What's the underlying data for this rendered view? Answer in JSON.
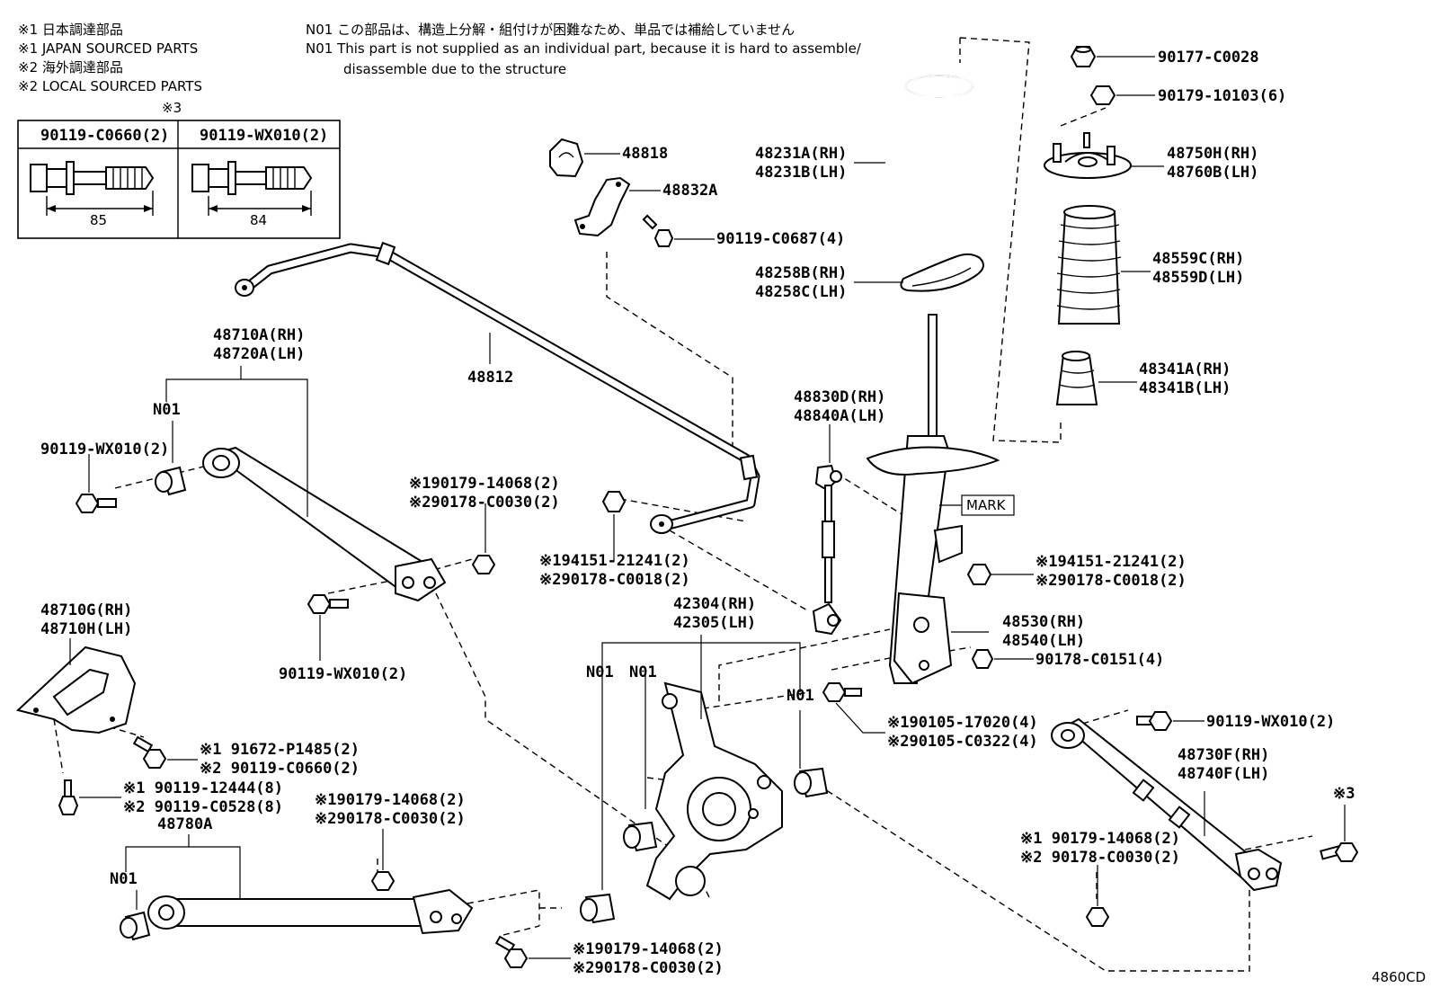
{
  "header": {
    "note1_jp": "※1 日本調達部品",
    "note1_en": "※1 JAPAN SOURCED PARTS",
    "note2_jp": "※2 海外調達部品",
    "note2_en": "※2 LOCAL SOURCED PARTS",
    "n01_jp": "N01 この部品は、構造上分解・組付けが困難なため、単品では補給していません",
    "n01_en_line1": "N01 This part is not supplied as an individual part, because it is hard to assemble/",
    "n01_en_line2": "disassemble due to the structure"
  },
  "bolt_table": {
    "mark": "※3",
    "col1_part": "90119-C0660(2)",
    "col1_length": "85",
    "col2_part": "90119-WX010(2)",
    "col2_length": "84"
  },
  "labels": {
    "p48818": "48818",
    "p48832A": "48832A",
    "p90119C0687": "90119-C0687(4)",
    "p48812": "48812",
    "p48231A": "48231A(RH)",
    "p48231B": "48231B(LH)",
    "p48258B": "48258B(RH)",
    "p48258C": "48258C(LH)",
    "p90177": "90177-C0028",
    "p90179_10103": "90179-10103(6)",
    "p48750H": "48750H(RH)",
    "p48760B": "48760B(LH)",
    "p48559C": "48559C(RH)",
    "p48559D": "48559D(LH)",
    "p48341A": "48341A(RH)",
    "p48341B": "48341B(LH)",
    "p48830D": "48830D(RH)",
    "p48840A": "48840A(LH)",
    "mark": "MARK",
    "p94151_r_1": "※194151-21241(2)",
    "p90178_C0018_r": "※290178-C0018(2)",
    "p48530": "48530(RH)",
    "p48540": "48540(LH)",
    "p90178_C0151": "90178-C0151(4)",
    "p90105_1": "※190105-17020(4)",
    "p90105_2": "※290105-C0322(4)",
    "p48710A": "48710A(RH)",
    "p48720A": "48720A(LH)",
    "n01_a": "N01",
    "p90119WX010_l": "90119-WX010(2)",
    "p90179_14068_1": "※190179-14068(2)",
    "p90178_C0030_1": "※290178-C0030(2)",
    "p94151_c_1": "※194151-21241(2)",
    "p90178_C0018_c": "※290178-C0018(2)",
    "p90119WX010_b": "90119-WX010(2)",
    "p42304": "42304(RH)",
    "p42305": "42305(LH)",
    "n01_b": "N01",
    "n01_c": "N01",
    "n01_d": "N01",
    "p48710G": "48710G(RH)",
    "p48710H": "48710H(LH)",
    "p91672": "※1 91672-P1485(2)",
    "p90119C0660": "※2 90119-C0660(2)",
    "p90119_12444": "※1 90119-12444(8)",
    "p90119_C0528": "※2 90119-C0528(8)",
    "p90179_14068_2": "※190179-14068(2)",
    "p90178_C0030_2": "※290178-C0030(2)",
    "p48780A": "48780A",
    "n01_e": "N01",
    "p90179_14068_3": "※190179-14068(2)",
    "p90178_C0030_3": "※290178-C0030(2)",
    "p90119WX010_r": "90119-WX010(2)",
    "p48730F": "48730F(RH)",
    "p48740F": "48740F(LH)",
    "mark3": "※3",
    "p90179_14068_4": "※1 90179-14068(2)",
    "p90178_C0030_4": "※2 90178-C0030(2)",
    "figure_code": "4860CD"
  }
}
